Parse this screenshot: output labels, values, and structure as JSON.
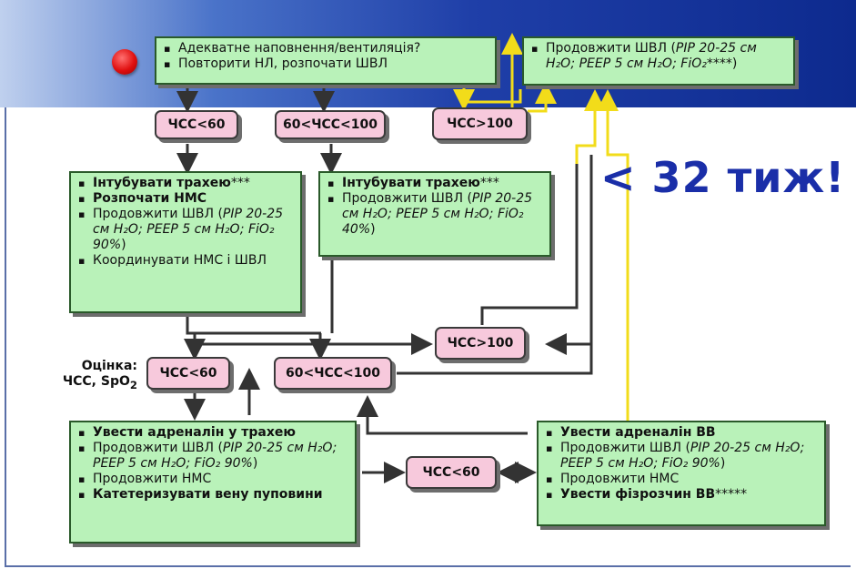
{
  "headline": "< 32 тиж!",
  "assessment": {
    "line1": "Оцінка:",
    "line2": "ЧСС, SpO",
    "line2_sub": "2"
  },
  "box_top_left": [
    "Адекватне наповнення/вентиляція?",
    "Повторити НЛ, розпочати ШВЛ"
  ],
  "box_top_right": {
    "pre": "Продовжити ШВЛ",
    "params": "PIP 20-25 см H₂O; PEEP 5 см H₂O; FiO₂****",
    "close": ")"
  },
  "box_mid_left": {
    "b1": "Інтубувати трахею",
    "b1_suffix": "***",
    "b2": "Розпочати НМС",
    "i3_pre": "Продовжити ШВЛ (",
    "i3_params": "PIP 20-25 см H₂O; PEEP 5 см H₂O; FiO₂ 90%",
    "i3_close": ")",
    "i4": "Координувати НМС і ШВЛ"
  },
  "box_mid_right": {
    "b1": "Інтубувати трахею",
    "b1_suffix": "***",
    "i2_pre": "Продовжити ШВЛ (",
    "i2_params": "PIP 20-25 см H₂O; PEEP 5 см H₂O; FiO₂ 40%",
    "i2_close": ")"
  },
  "box_bot_left": {
    "b1": "Увести адреналін у трахею",
    "i2_pre": "Продовжити ШВЛ (",
    "i2_params": "PIP 20-25 см H₂O; PEEP 5 см H₂O; FiO₂ 90%",
    "i2_close": ")",
    "i3": "Продовжити НМС",
    "b4": "Катетеризувати вену пуповини"
  },
  "box_bot_right": {
    "b1": "Увести адреналін ВВ",
    "i2_pre": "Продовжити ШВЛ (",
    "i2_params": "PIP 20-25 см H₂O; PEEP 5 см H₂O; FiO₂ 90%",
    "i2_close": ")",
    "i3": "Продовжити НМС",
    "b4": "Увести фізрозчин ВВ",
    "b4_suffix": "*****"
  },
  "pills": {
    "top_hr_lt60": "ЧСС<60",
    "top_hr_60_100": "60<ЧСС<100",
    "top_hr_gt100": "ЧСС>100",
    "mid_hr_gt100": "ЧСС>100",
    "mid_hr_lt60": "ЧСС<60",
    "mid_hr_60_100": "60<ЧСС<100",
    "bot_hr_lt60": "ЧСС<60"
  },
  "colors": {
    "banner": "#1f3fa8",
    "box": "#b9f2b9",
    "pill": "#f7c9dc",
    "yellow_arrow": "#f2dc1a",
    "headline": "#1a2ea8"
  }
}
